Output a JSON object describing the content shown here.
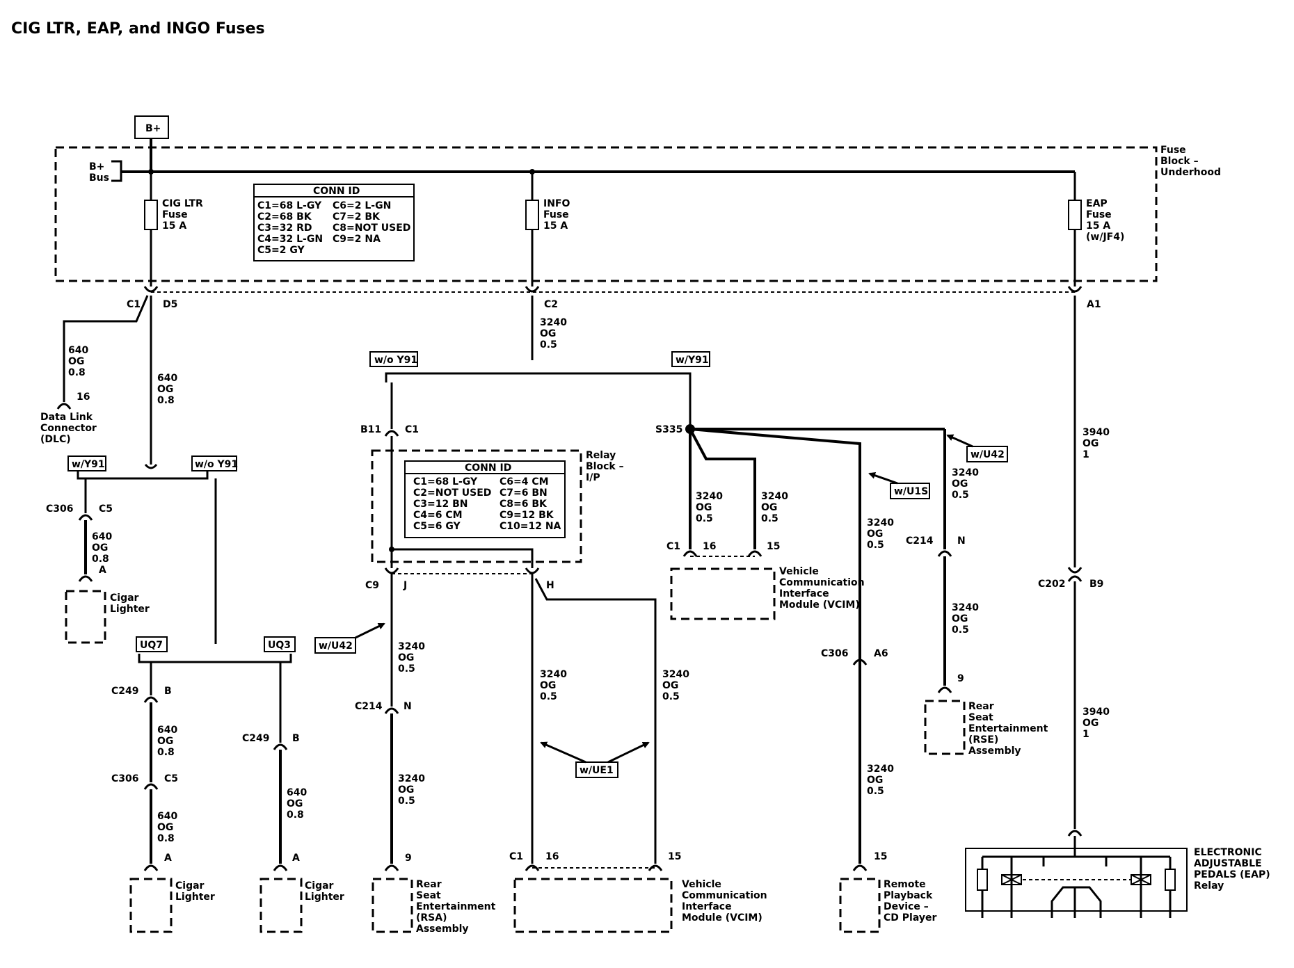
{
  "title": "CIG LTR, EAP, and INGO Fuses",
  "bplus": "B+",
  "fuse_block": {
    "label": [
      "Fuse",
      "Block –",
      "Underhood"
    ],
    "bus": [
      "B+",
      "Bus"
    ],
    "conn_title": "CONN ID",
    "conn_col1": [
      "C1=68 L-GY",
      "C2=68 BK",
      "C3=32 RD",
      "C4=32 L-GN",
      "C5=2 GY"
    ],
    "conn_col2": [
      "C6=2 L-GN",
      "C7=2 BK",
      "C8=NOT USED",
      "C9=2 NA"
    ]
  },
  "fuses": {
    "cig": [
      "CIG LTR",
      "Fuse",
      "15 A"
    ],
    "info": [
      "INFO",
      "Fuse",
      "15 A"
    ],
    "eap": [
      "EAP",
      "Fuse",
      "15 A",
      "(w/JF4)"
    ]
  },
  "relay_block": {
    "label": [
      "Relay",
      "Block –",
      "I/P"
    ],
    "conn_title": "CONN ID",
    "conn_col1": [
      "C1=68 L-GY",
      "C2=NOT USED",
      "C3=12 BN",
      "C4=6 CM",
      "C5=6 GY"
    ],
    "conn_col2": [
      "C6=4 CM",
      "C7=6 BN",
      "C8=6 BK",
      "C9=12 BK",
      "C10=12 NA"
    ]
  },
  "options": {
    "wo_y91": "w/o Y91",
    "w_y91": "w/Y91",
    "uq7": "UQ7",
    "uq3": "UQ3",
    "w_u42": "w/U42",
    "w_u1s": "w/U1S",
    "w_ue1": "w/UE1"
  },
  "connectors": {
    "c1": "C1",
    "d5": "D5",
    "c2": "C2",
    "a1": "A1",
    "pin16": "16",
    "b11": "B11",
    "s335": "S335",
    "c306": "C306",
    "c5": "C5",
    "pin_a": "A",
    "c249": "C249",
    "pin_b": "B",
    "c9": "C9",
    "pin_j": "J",
    "pin_h": "H",
    "c214": "C214",
    "pin_n": "N",
    "pin9": "9",
    "pin15": "15",
    "a6": "A6",
    "c202": "C202",
    "b9": "B9"
  },
  "wires": {
    "w640": [
      "640",
      "OG",
      "0.8"
    ],
    "w3240": [
      "3240",
      "OG",
      "0.5"
    ],
    "w3940": [
      "3940",
      "OG",
      "1"
    ]
  },
  "components": {
    "dlc": [
      "Data Link",
      "Connector",
      "(DLC)"
    ],
    "cigar": [
      "Cigar",
      "Lighter"
    ],
    "vcim": [
      "Vehicle",
      "Communication",
      "Interface",
      "Module (VCIM)"
    ],
    "rse": [
      "Rear",
      "Seat",
      "Entertainment",
      "(RSE)",
      "Assembly"
    ],
    "rsa": [
      "Rear",
      "Seat",
      "Entertainment",
      "(RSA)",
      "Assembly"
    ],
    "remote": [
      "Remote",
      "Playback",
      "Device –",
      "CD Player"
    ],
    "eap_relay": [
      "ELECTRONIC",
      "ADJUSTABLE",
      "PEDALS (EAP)",
      "Relay"
    ]
  }
}
